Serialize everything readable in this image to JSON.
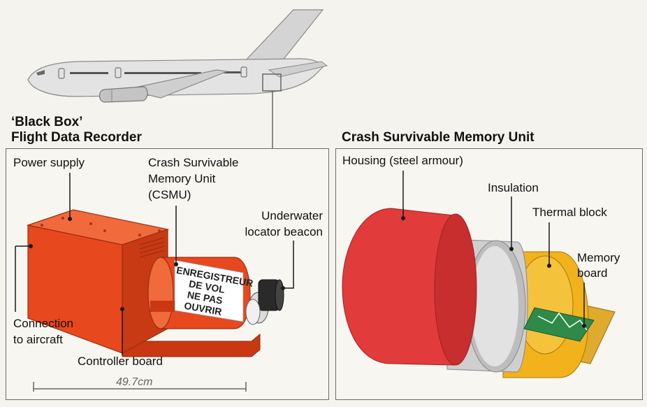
{
  "left_section": {
    "title_line1": "‘Black Box’",
    "title_line2": "Flight Data Recorder"
  },
  "right_section": {
    "title": "Crash Survivable Memory Unit"
  },
  "left_labels": {
    "power_supply": "Power supply",
    "csmu_line1": "Crash Survivable",
    "csmu_line2": "Memory Unit",
    "csmu_line3": "(CSMU)",
    "beacon_line1": "Underwater",
    "beacon_line2": "locator beacon",
    "connection_line1": "Connection",
    "connection_line2": "to aircraft",
    "controller": "Controller board",
    "dimension": "49.7cm"
  },
  "device_text": {
    "line1": "ENREGISTREUR",
    "line2": "DE VOL",
    "line3": "NE PAS OUVRIR"
  },
  "right_labels": {
    "housing": "Housing (steel armour)",
    "insulation": "Insulation",
    "thermal": "Thermal block",
    "memory_line1": "Memory",
    "memory_line2": "board"
  },
  "colors": {
    "recorder_orange": "#e8481e",
    "housing_red": "#e23b3b",
    "insulation_grey": "#c9c9c9",
    "thermal_yellow": "#f2b21c",
    "airplane_grey": "#d9d9d9"
  }
}
